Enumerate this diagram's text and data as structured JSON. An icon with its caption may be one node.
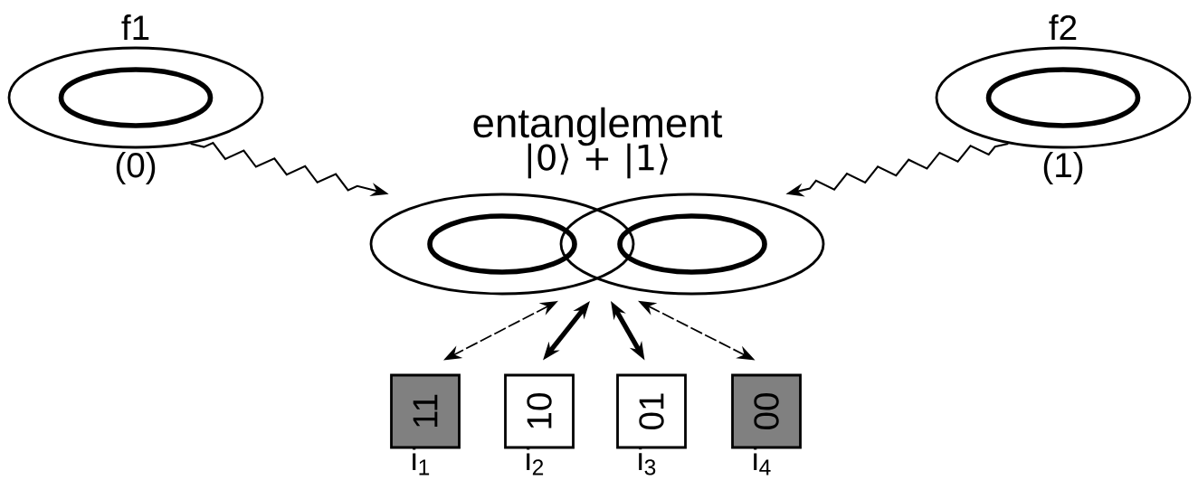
{
  "diagram": {
    "nodes": [
      {
        "text": [
          "f1"
        ],
        "beside": [
          "(0)"
        ]
      },
      {
        "text": [
          "f2"
        ],
        "beside": [
          "(1)"
        ]
      },
      {
        "text": [
          "entanglement",
          "|0⟩ + |1⟩"
        ]
      },
      {
        "text": [
          "11"
        ],
        "beside": [
          "i$_{1}$"
        ]
      },
      {
        "text": [
          "10"
        ],
        "beside": [
          "i$_{2}$"
        ]
      },
      {
        "text": [
          "01"
        ],
        "beside": [
          "i$_{3}$"
        ]
      },
      {
        "text": [
          "00"
        ],
        "beside": [
          "i$_{4}$"
        ]
      }
    ],
    "edges": [
      {
        "from": 0,
        "to": 2,
        "arrow": "to"
      },
      {
        "from": 1,
        "to": 2,
        "arrow": "to"
      },
      {
        "from": 2,
        "to": 3,
        "arrow": "both",
        "style": "dashed"
      },
      {
        "from": 2,
        "to": 4,
        "arrow": "both",
        "style": "thick"
      },
      {
        "from": 2,
        "to": 5,
        "arrow": "both",
        "style": "thick"
      },
      {
        "from": 2,
        "to": 6,
        "arrow": "both",
        "style": "dashed"
      }
    ]
  }
}
